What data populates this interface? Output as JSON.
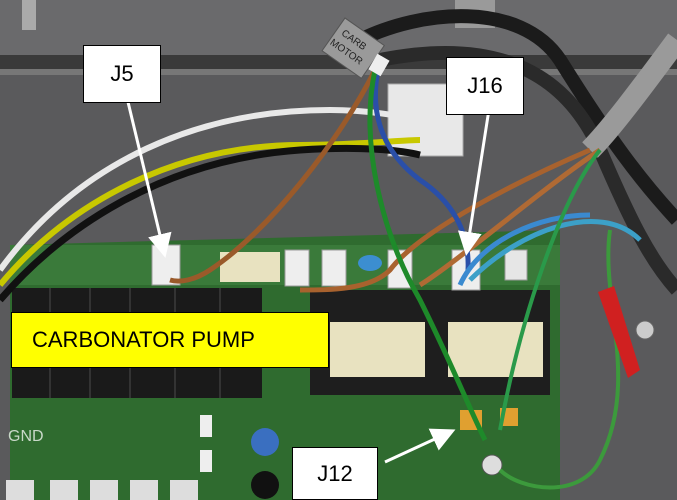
{
  "callouts": {
    "j5": "J5",
    "j16": "J16",
    "j12": "J12"
  },
  "banner": "CARBONATOR PUMP",
  "cable_tag": "CARB\nMOTOR",
  "pcb_labels": {
    "gnd": "GND"
  },
  "colors": {
    "board": "#2f6b2f",
    "banner": "#ffff00",
    "wire_brown": "#9a5a2a",
    "wire_green": "#1e8a2a",
    "wire_blue": "#2a4fa8",
    "wire_yellow": "#c8c800",
    "wire_white": "#e8e8e8",
    "wire_black": "#111111"
  }
}
